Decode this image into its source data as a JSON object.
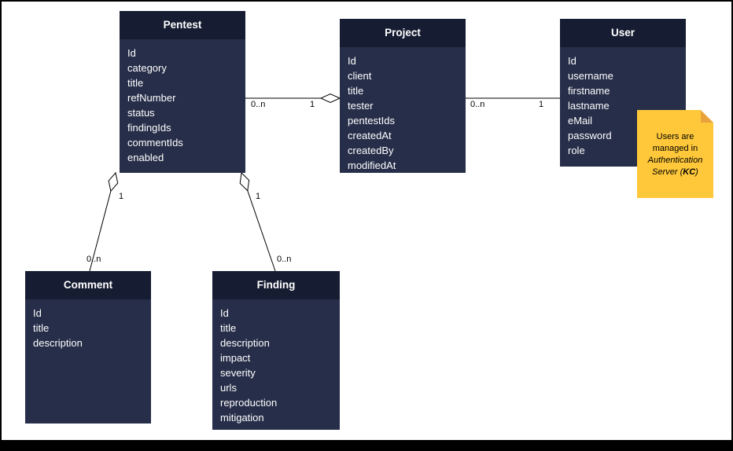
{
  "entities": {
    "pentest": {
      "title": "Pentest",
      "fields": [
        "Id",
        "category",
        "title",
        "refNumber",
        "status",
        "findingIds",
        "commentIds",
        "enabled"
      ]
    },
    "project": {
      "title": "Project",
      "fields": [
        "Id",
        "client",
        "title",
        "tester",
        "pentestIds",
        "createdAt",
        "createdBy",
        "modifiedAt"
      ]
    },
    "user": {
      "title": "User",
      "fields": [
        "Id",
        "username",
        "firstname",
        "lastname",
        "eMail",
        "password",
        "role"
      ]
    },
    "comment": {
      "title": "Comment",
      "fields": [
        "Id",
        "title",
        "description"
      ]
    },
    "finding": {
      "title": "Finding",
      "fields": [
        "Id",
        "title",
        "description",
        "impact",
        "severity",
        "urls",
        "reproduction",
        "mitigation"
      ]
    }
  },
  "labels": {
    "pentest_project_many": "0..n",
    "pentest_project_one": "1",
    "project_user_many": "0..n",
    "project_user_one": "1",
    "pentest_comment_one": "1",
    "pentest_comment_many": "0..n",
    "pentest_finding_one": "1",
    "pentest_finding_many": "0..n"
  },
  "note": {
    "line1": "Users are",
    "line2": "managed in",
    "line3": "Authentication",
    "line4_pre": "Server (",
    "kc": "KC",
    "close": ")"
  },
  "colors": {
    "entity_header": "#161c32",
    "entity_body": "#272e49",
    "note_bg": "#ffc83a",
    "note_fold": "#e8a33d",
    "text_on_entity": "#ffffff"
  }
}
